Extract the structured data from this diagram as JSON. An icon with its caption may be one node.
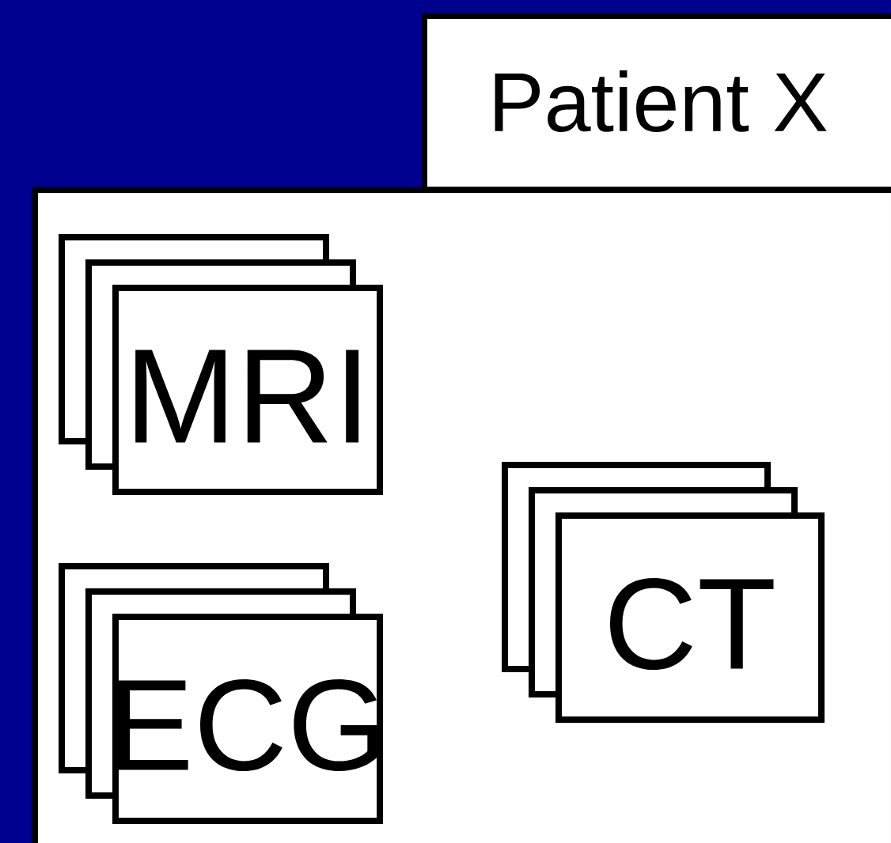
{
  "diagram": {
    "nodes": [
      {
        "text": [
          "Patient X"
        ]
      },
      {
        "text": [
          "MRI"
        ],
        "in": 0
      },
      {
        "text": [
          "CT"
        ],
        "in": 0
      },
      {
        "text": [
          "ECG"
        ],
        "in": 0
      }
    ],
    "edges": []
  }
}
